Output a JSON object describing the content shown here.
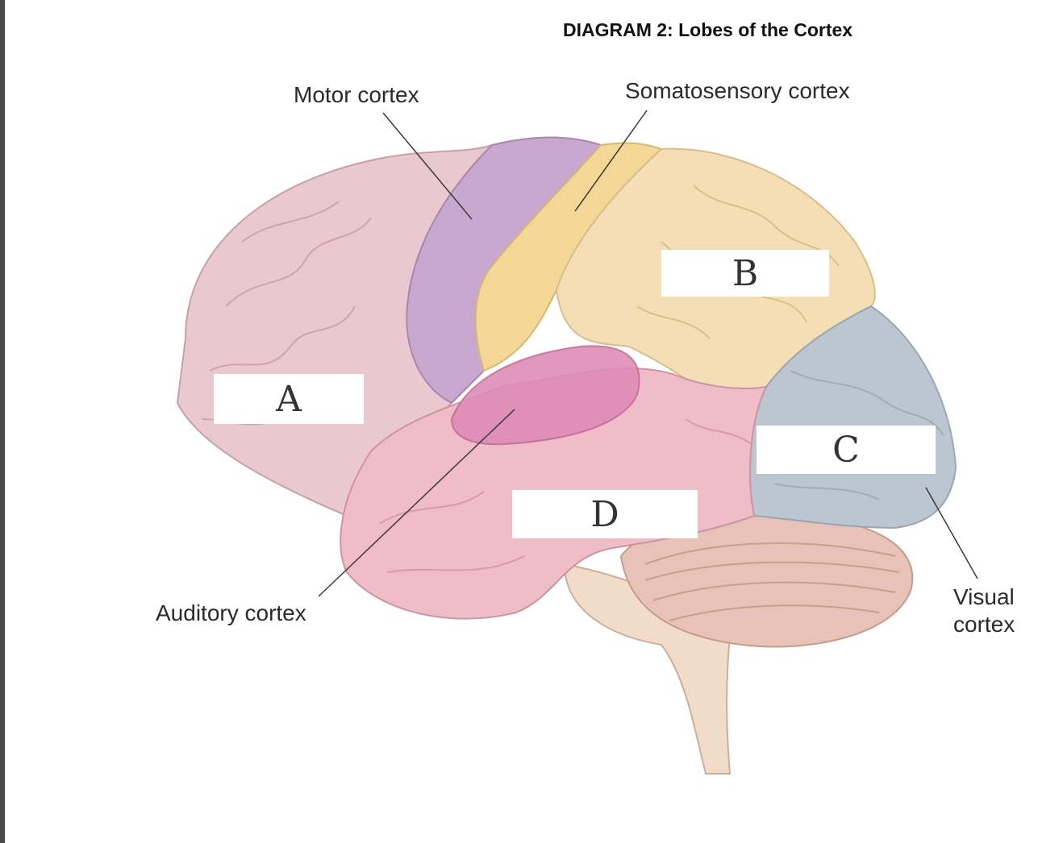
{
  "title": "DIAGRAM 2: Lobes of the Cortex",
  "callouts": {
    "motor": "Motor cortex",
    "somatosensory": "Somatosensory cortex",
    "auditory": "Auditory cortex",
    "visual_line1": "Visual",
    "visual_line2": "cortex"
  },
  "blanks": {
    "a": "A",
    "b": "B",
    "c": "C",
    "d": "D"
  },
  "colors": {
    "frontal": "#e9c8d0",
    "motor": "#c9a8cf",
    "somatosensory": "#f2d894",
    "parietal": "#f4dfb4",
    "occipital": "#bcc6d0",
    "temporal": "#efbcc8",
    "auditory": "#df8cb6",
    "cerebellum": "#e6c3b6",
    "brainstem": "#f0dcc8"
  }
}
